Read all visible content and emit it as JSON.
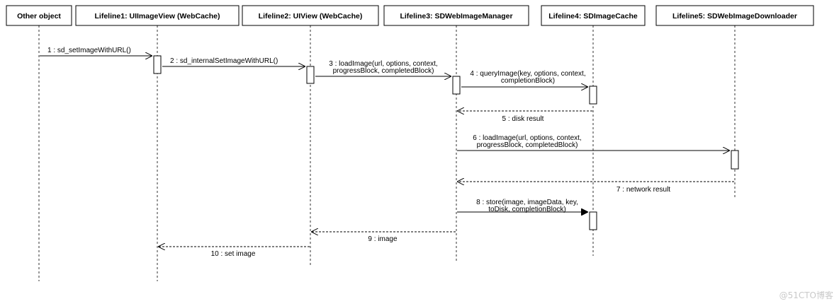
{
  "lifelines": [
    {
      "id": "obj",
      "label": "Other object"
    },
    {
      "id": "l1",
      "label": "Lifeline1: UIImageView (WebCache)"
    },
    {
      "id": "l2",
      "label": "Lifeline2: UIView (WebCache)"
    },
    {
      "id": "l3",
      "label": "Lifeline3: SDWebImageManager"
    },
    {
      "id": "l4",
      "label": "Lifeline4: SDImageCache"
    },
    {
      "id": "l5",
      "label": "Lifeline5: SDWebImageDownloader"
    }
  ],
  "messages": [
    {
      "id": "m1",
      "from": "obj",
      "to": "l1",
      "kind": "call",
      "lines": [
        "1 : sd_setImageWithURL()"
      ]
    },
    {
      "id": "m2",
      "from": "l1",
      "to": "l2",
      "kind": "call",
      "lines": [
        "2 : sd_internalSetImageWithURL()"
      ]
    },
    {
      "id": "m3",
      "from": "l2",
      "to": "l3",
      "kind": "call",
      "lines": [
        "3 : loadImage(url, options, context,",
        "progressBlock, completedBlock)"
      ]
    },
    {
      "id": "m4",
      "from": "l3",
      "to": "l4",
      "kind": "call",
      "lines": [
        "4 : queryImage(key, options, context,",
        "completionBlock)"
      ]
    },
    {
      "id": "m5",
      "from": "l4",
      "to": "l3",
      "kind": "return",
      "lines": [
        "5 : disk result"
      ]
    },
    {
      "id": "m6",
      "from": "l3",
      "to": "l5",
      "kind": "call",
      "lines": [
        "6 : loadImage(url, options, context,",
        "progressBlock, completedBlock)"
      ]
    },
    {
      "id": "m7",
      "from": "l5",
      "to": "l3",
      "kind": "return",
      "lines": [
        "7 : network result"
      ]
    },
    {
      "id": "m8",
      "from": "l3",
      "to": "l4",
      "kind": "sync",
      "lines": [
        "8 : store(image, imageData, key,",
        "toDisk, completionBlock)"
      ]
    },
    {
      "id": "m9",
      "from": "l3",
      "to": "l2",
      "kind": "return",
      "lines": [
        "9 : image"
      ]
    },
    {
      "id": "m10",
      "from": "l2",
      "to": "l1",
      "kind": "return",
      "lines": [
        "10 : set image"
      ]
    }
  ],
  "watermark": "@51CTO博客"
}
